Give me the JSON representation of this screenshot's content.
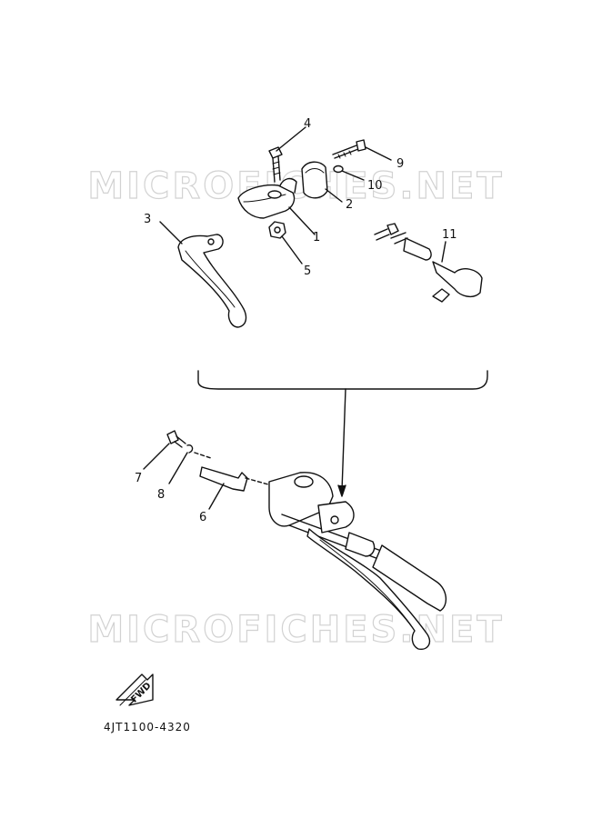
{
  "watermark": {
    "top": "MICROFICHES.NET",
    "bottom": "MICROFICHES.NET"
  },
  "diagram": {
    "callouts": [
      {
        "id": "part-1",
        "label": "1"
      },
      {
        "id": "part-2",
        "label": "2"
      },
      {
        "id": "part-3",
        "label": "3"
      },
      {
        "id": "part-4",
        "label": "4"
      },
      {
        "id": "part-5",
        "label": "5"
      },
      {
        "id": "part-6",
        "label": "6"
      },
      {
        "id": "part-7",
        "label": "7"
      },
      {
        "id": "part-8",
        "label": "8"
      },
      {
        "id": "part-9",
        "label": "9"
      },
      {
        "id": "part-10",
        "label": "10"
      },
      {
        "id": "part-11",
        "label": "11"
      }
    ],
    "fwd_badge": "FWD",
    "doc_code": "4JT1100-4320"
  },
  "colors": {
    "ink": "#111111",
    "watermark": "#d2d2d2",
    "background": "#ffffff"
  }
}
